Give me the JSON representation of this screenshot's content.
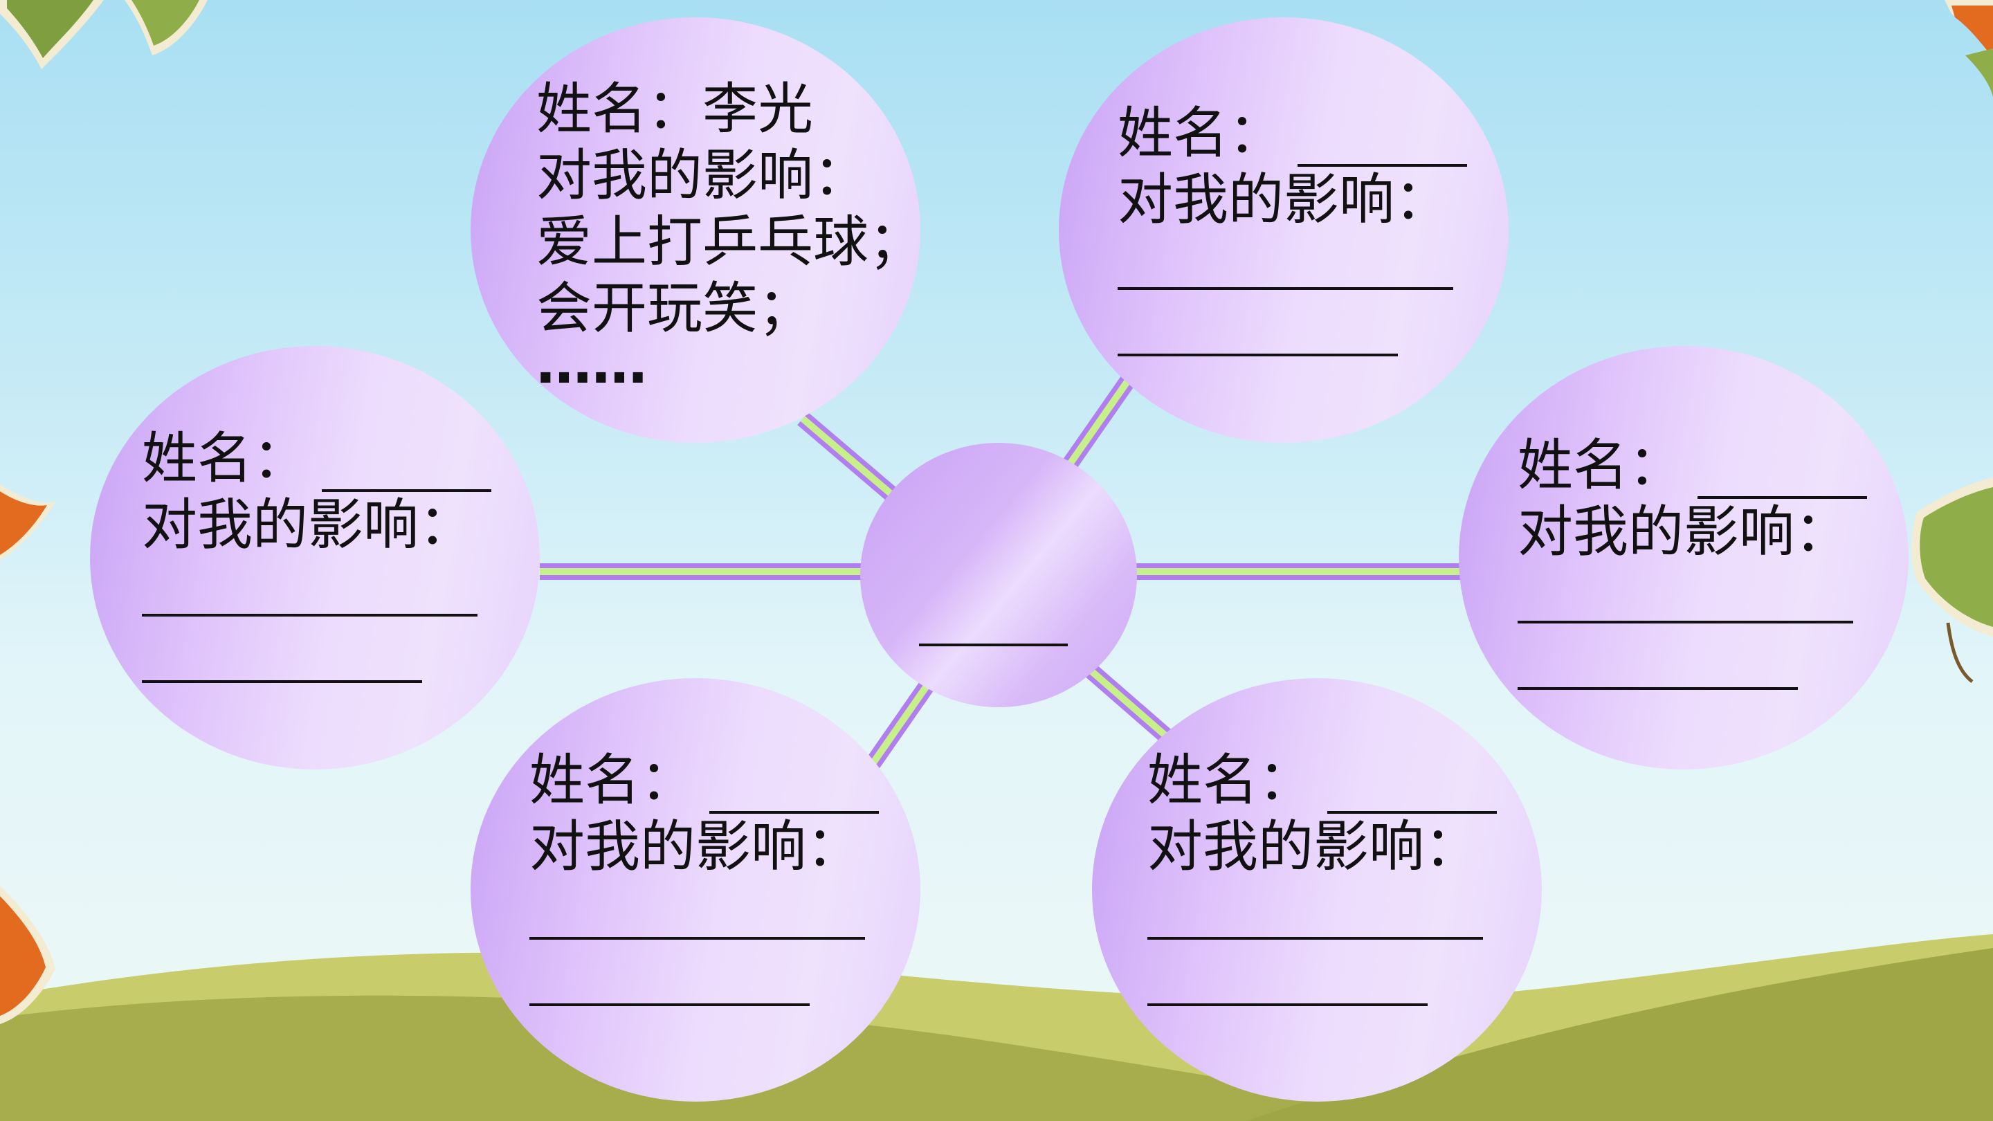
{
  "center": {
    "blank": ""
  },
  "bubbles": {
    "top_left": {
      "name_label": "姓名：",
      "name_value": "李光",
      "influence_label": "对我的影响：",
      "lines": [
        "爱上打乒乓球；",
        "会开玩笑；",
        "……"
      ]
    },
    "top_right": {
      "name_label": "姓名：",
      "influence_label": "对我的影响："
    },
    "left": {
      "name_label": "姓名：",
      "influence_label": "对我的影响："
    },
    "right": {
      "name_label": "姓名：",
      "influence_label": "对我的影响："
    },
    "bottom_left": {
      "name_label": "姓名：",
      "influence_label": "对我的影响："
    },
    "bottom_right": {
      "name_label": "姓名：",
      "influence_label": "对我的影响："
    }
  },
  "colors": {
    "bubble_purple": "#c9a2f5",
    "connector_purple": "#b07ef0",
    "connector_green": "#c7f08a",
    "ground_green": "#a8b24f"
  }
}
